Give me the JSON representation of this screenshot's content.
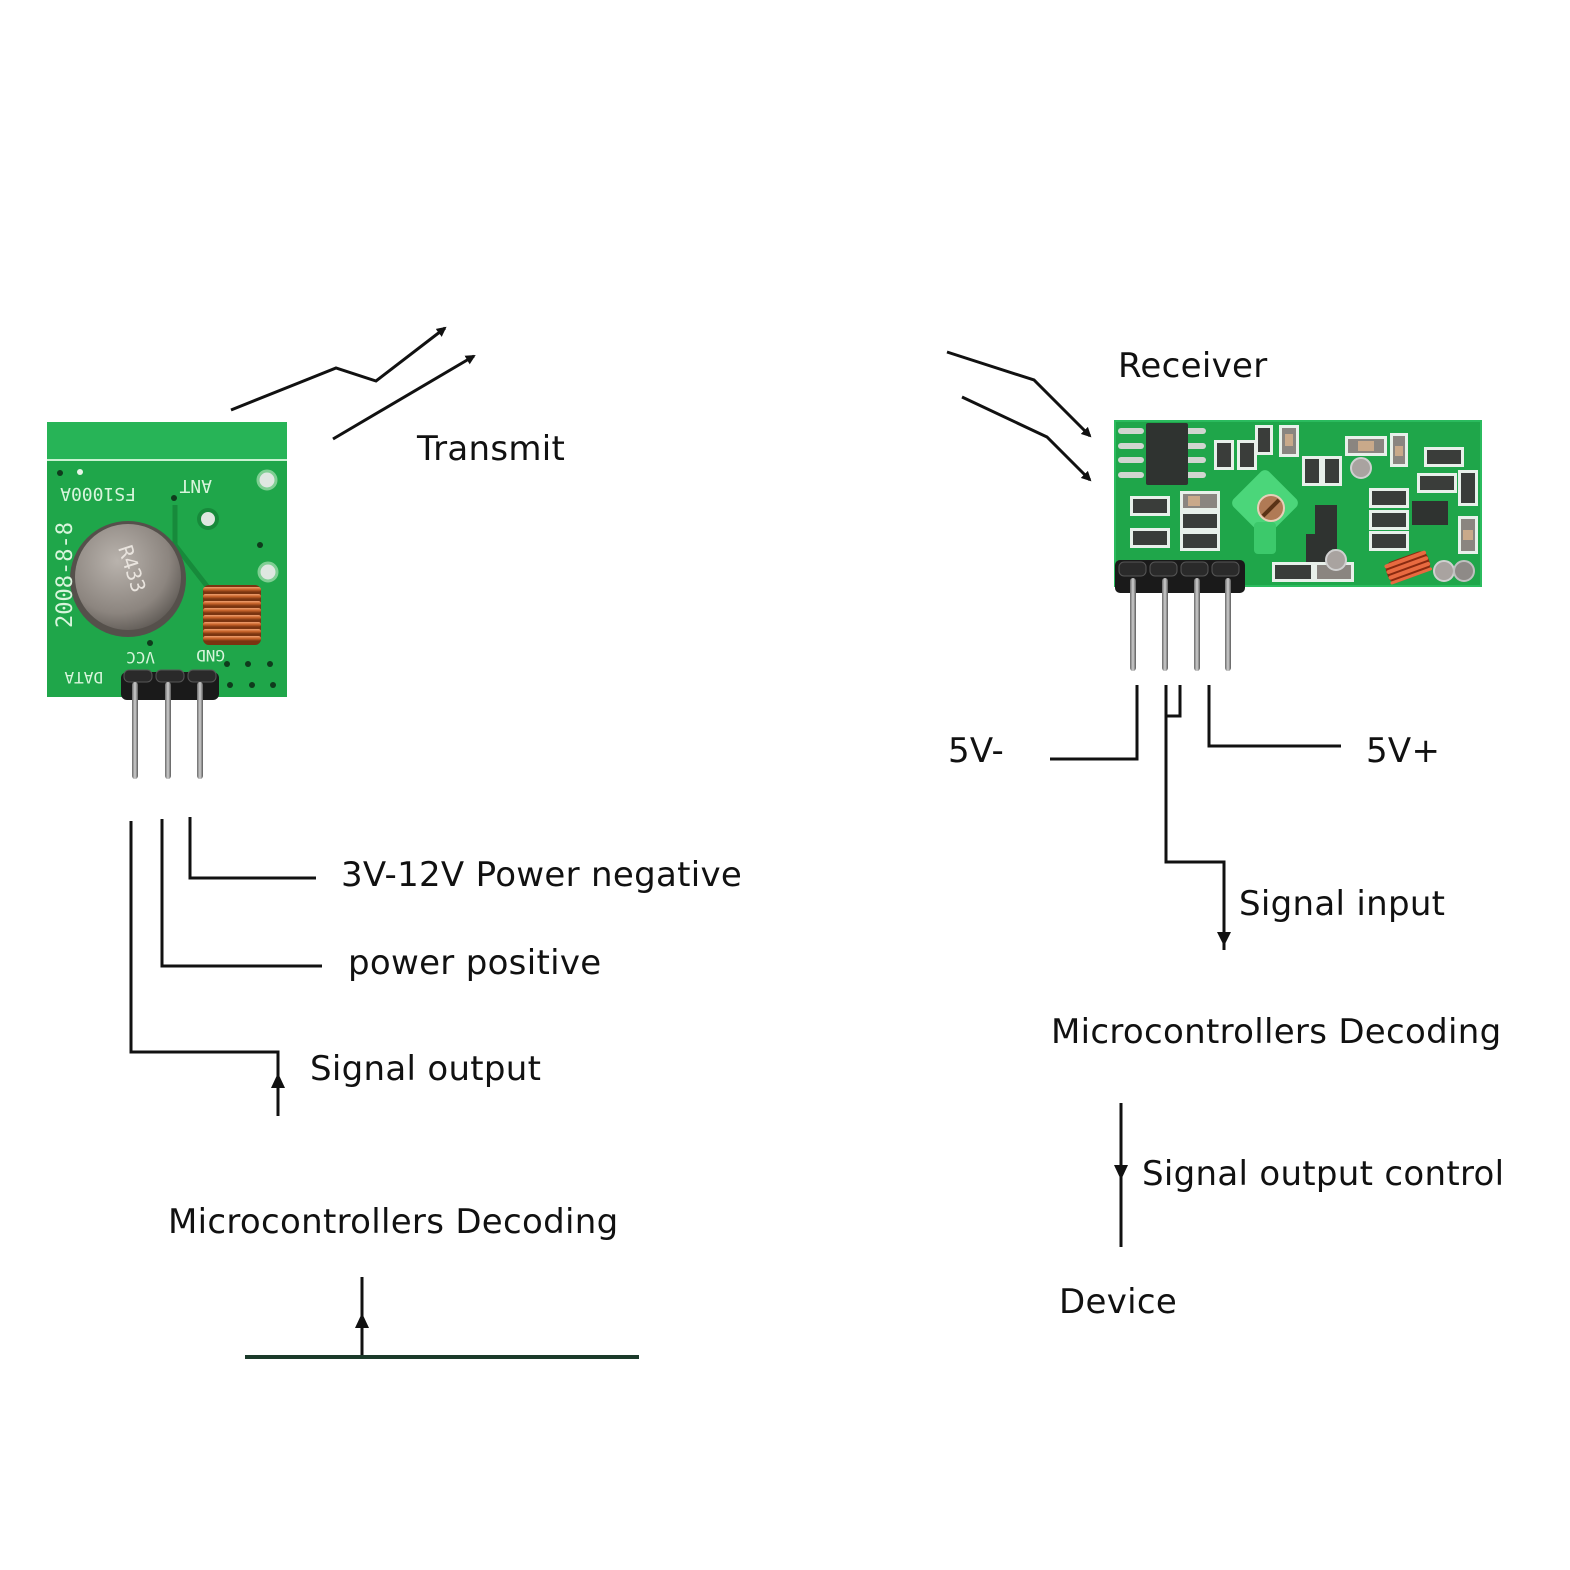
{
  "transmitter": {
    "title": "Transmit",
    "board": {
      "model_label": "FS1000A",
      "date_label": "2008-8-8",
      "crystal_label": "R433",
      "antenna_label": "ANT",
      "pin_labels": [
        "DATA",
        "VCC",
        "GND"
      ]
    },
    "pins": [
      {
        "label": "3V-12V Power negative"
      },
      {
        "label": "power positive"
      },
      {
        "label": "Signal output"
      }
    ],
    "destination": "Microcontrollers Decoding"
  },
  "receiver": {
    "title": "Receiver",
    "pins": [
      {
        "label": "5V-"
      },
      {
        "label": "5V+"
      },
      {
        "label": "Signal input"
      }
    ],
    "decoder": "Microcontrollers Decoding",
    "control_label": "Signal output control",
    "device": "Device"
  },
  "colors": {
    "pcb_green": "#1fa64a",
    "pcb_strip": "#27b457",
    "trace_green": "#178a3b",
    "copper": "#c8642a",
    "line": "#111111",
    "base_line": "#1b3a2a"
  }
}
